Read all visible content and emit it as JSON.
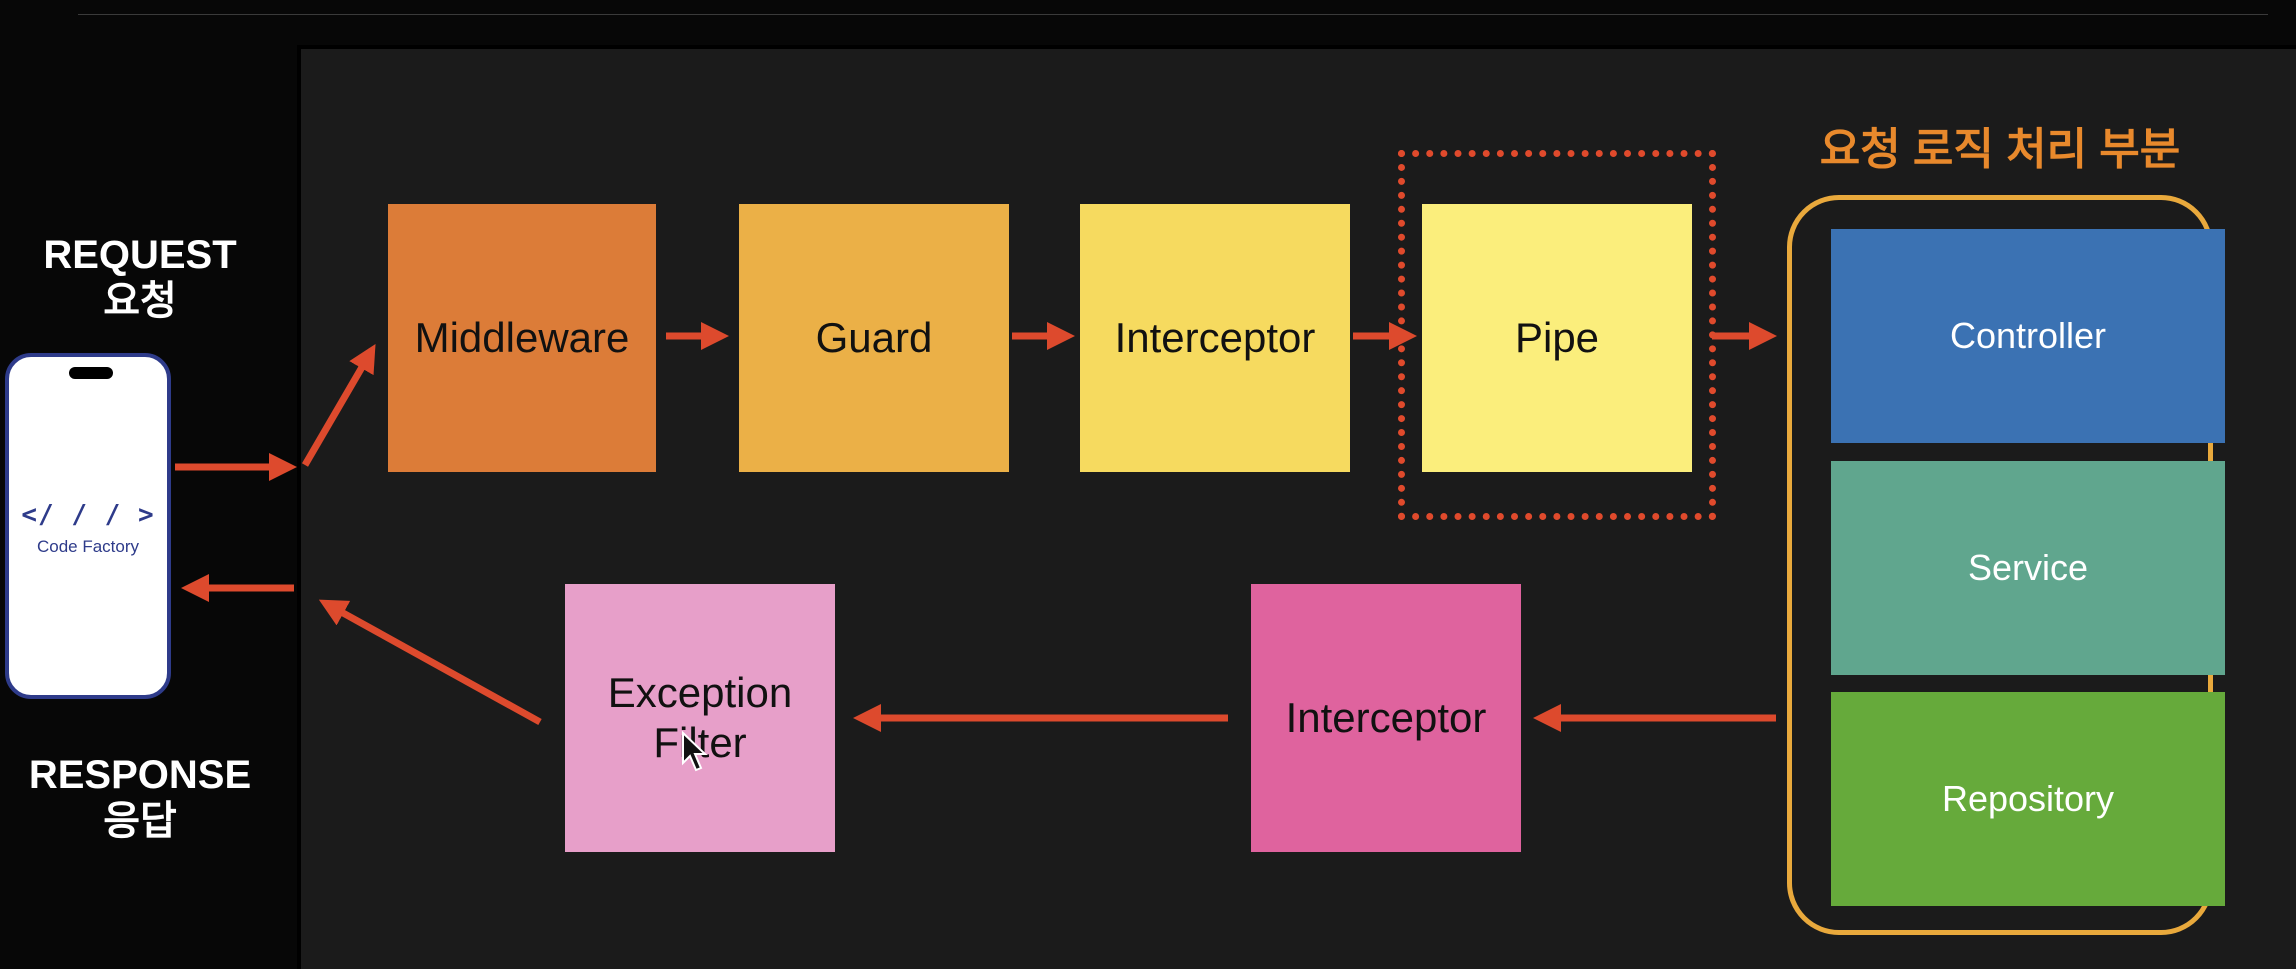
{
  "request": {
    "label_en": "REQUEST",
    "label_ko": "요청"
  },
  "response": {
    "label_en": "RESPONSE",
    "label_ko": "응답"
  },
  "client": {
    "logo_mark": "</ / / >",
    "logo_text": "Code Factory",
    "icon": "smartphone-icon"
  },
  "request_pipeline": {
    "middleware": "Middleware",
    "guard": "Guard",
    "interceptor": "Interceptor",
    "pipe": "Pipe"
  },
  "response_pipeline": {
    "interceptor": "Interceptor",
    "exception_filter_line1": "Exception",
    "exception_filter_line2": "Filter"
  },
  "logic": {
    "title": "요청 로직 처리 부분",
    "controller": "Controller",
    "service": "Service",
    "repository": "Repository"
  },
  "colors": {
    "middleware": "#dc7c38",
    "guard": "#ebb047",
    "interceptor_req": "#f6da5f",
    "pipe": "#fbee7c",
    "interceptor_res": "#df639e",
    "exception_filter": "#e79fc9",
    "controller": "#3b72b3",
    "service": "#60a68e",
    "repository": "#66aa3b",
    "arrow": "#dd4a2d",
    "logic_frame": "#e9a93c"
  },
  "cursor": "mouse-pointer-icon"
}
